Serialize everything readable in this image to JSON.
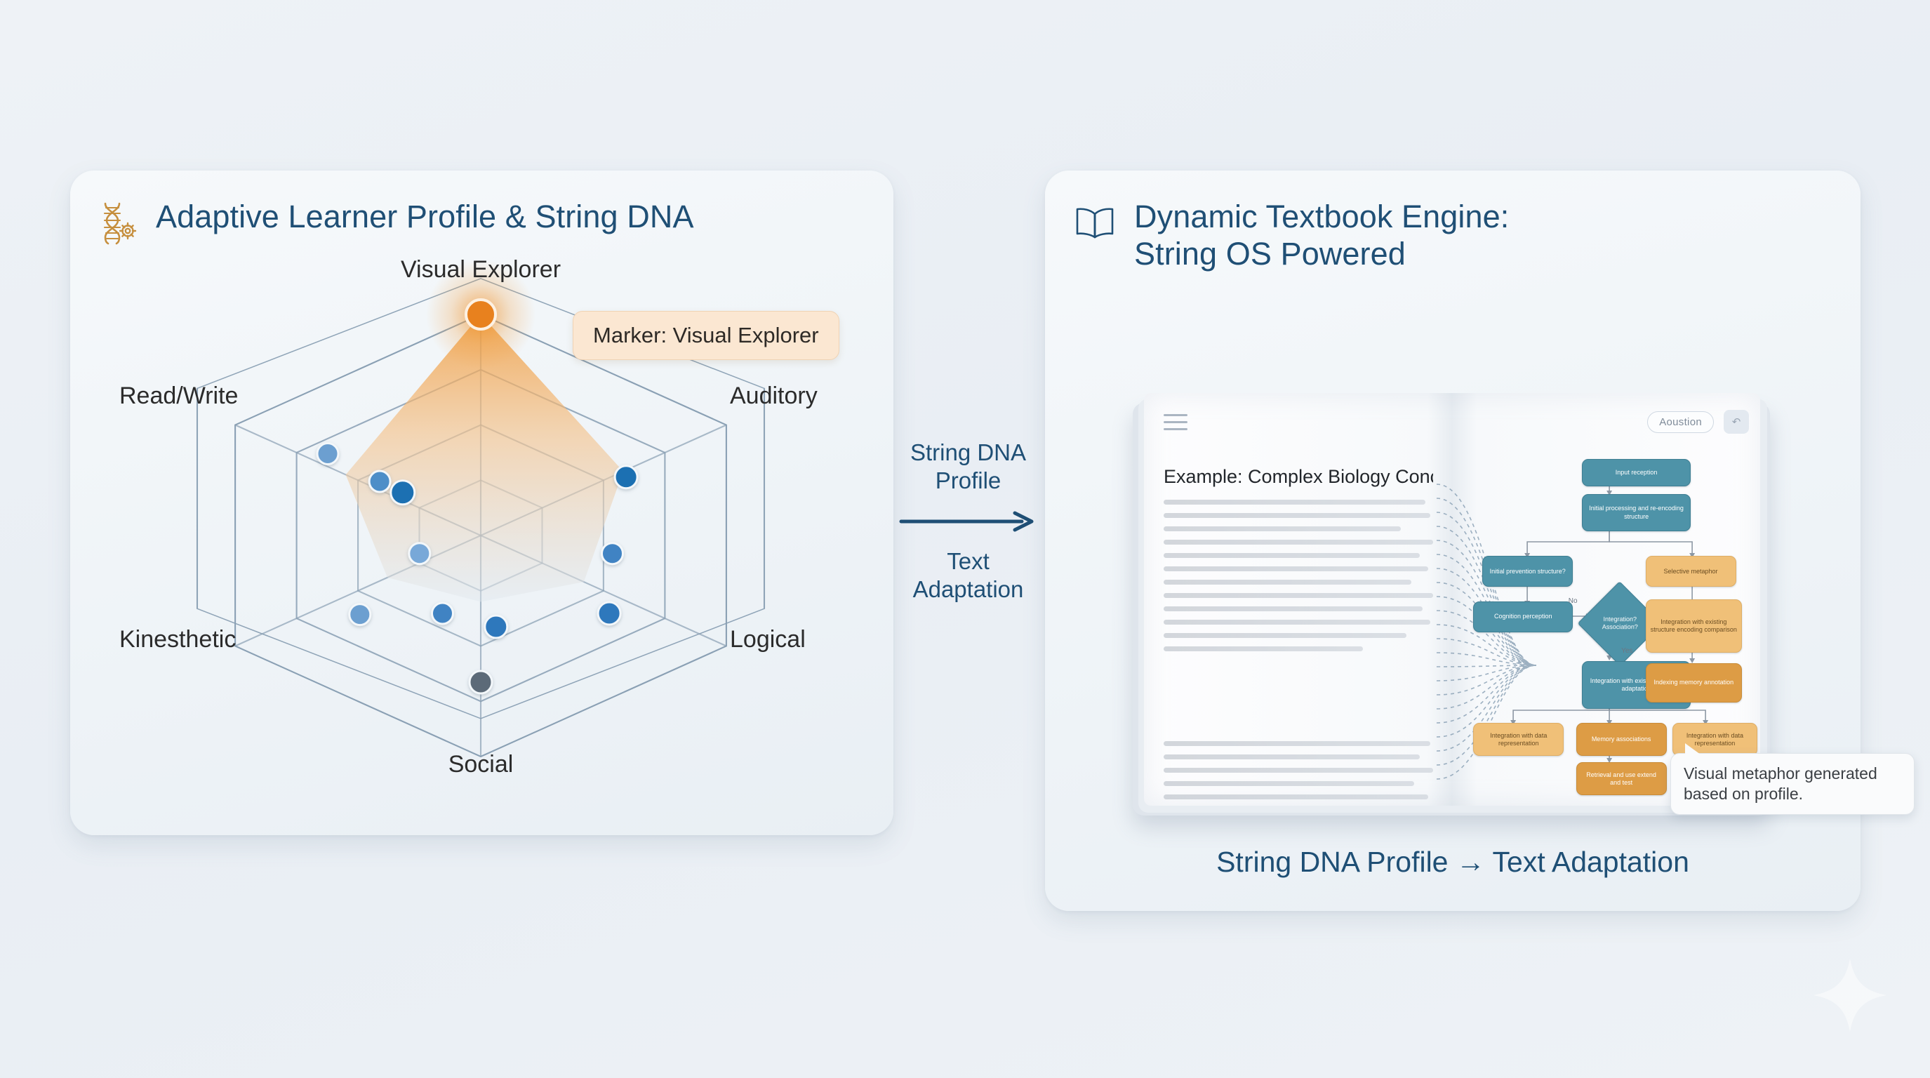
{
  "left_panel": {
    "icon": "dna-gear-icon",
    "title": "Adaptive Learner Profile & String DNA",
    "marker_badge": "Marker: Visual Explorer",
    "accent_color": "#1f4f75",
    "icon_color": "#c68f3e"
  },
  "right_panel": {
    "icon": "open-book-icon",
    "title": "Dynamic Textbook Engine:\nString OS Powered",
    "accent_color": "#1f4f75"
  },
  "center_flow": {
    "top_label": "String DNA\nProfile",
    "arrow": "right-arrow-icon",
    "bottom_label": "Text\nAdaptation"
  },
  "bottom_caption": "String DNA Profile → Text Adaptation",
  "tooltip": {
    "text": "Visual metaphor generated based on profile."
  },
  "book": {
    "menu_icon": "hamburger-icon",
    "page_title": "Example: Complex Biology Concept...",
    "paragraph_1_lines": 12,
    "paragraph_2_lines": 9,
    "toolbar": {
      "button_label": "Aoustion",
      "icon_button": "undo-icon"
    },
    "flowchart": {
      "nodes": [
        {
          "id": "n1",
          "label": "Input reception",
          "style": "teal"
        },
        {
          "id": "n2",
          "label": "Initial processing and re-encoding structure",
          "style": "teal"
        },
        {
          "id": "n3",
          "label": "Initial prevention structure?",
          "style": "teal"
        },
        {
          "id": "n4",
          "label": "Selective metaphor",
          "style": "amber"
        },
        {
          "id": "n5",
          "label": "Cognition perception",
          "style": "teal"
        },
        {
          "id": "n6",
          "label": "Integration? Association?",
          "style": "diamond"
        },
        {
          "id": "n7",
          "label": "Integration with existing structure encoding comparison",
          "style": "amber"
        },
        {
          "id": "n8",
          "label": "Integration with existing structure adaptation",
          "style": "teal"
        },
        {
          "id": "n9",
          "label": "Indexing memory annotation",
          "style": "amber-d"
        },
        {
          "id": "n10",
          "label": "Integration with data representation",
          "style": "amber"
        },
        {
          "id": "n11",
          "label": "Memory associations",
          "style": "amber-d"
        },
        {
          "id": "n12",
          "label": "Integration with data representation",
          "style": "amber"
        },
        {
          "id": "n13",
          "label": "Retrieval and use extend and test",
          "style": "amber-d"
        }
      ],
      "edge_labels": [
        "No",
        "Yes"
      ],
      "colors": {
        "teal": "#4e93a8",
        "amber": "#f0c078",
        "amber_dark": "#dd9c45"
      }
    }
  },
  "chart_data": {
    "type": "radar",
    "title": "Adaptive Learner Profile & String DNA",
    "categories": [
      "Visual Explorer",
      "Auditory",
      "Logical",
      "Social",
      "Kinesthetic",
      "Read/Write"
    ],
    "rings": 4,
    "grid": true,
    "highlight_axis": "Visual Explorer",
    "highlight_color": "#e8811e",
    "fill_color": "#f5c08a",
    "grid_color": "#8aa0b4",
    "series": [
      {
        "name": "String DNA Profile",
        "values": [
          1.0,
          0.58,
          0.42,
          0.3,
          0.38,
          0.55
        ]
      }
    ],
    "scatter_points": [
      {
        "x": 0.3,
        "y": 0.35,
        "color": "#6c9fd0",
        "r": 15
      },
      {
        "x": 0.368,
        "y": 0.4,
        "color": "#4e8ec8",
        "r": 15
      },
      {
        "x": 0.398,
        "y": 0.42,
        "color": "#1f6fb2",
        "r": 17
      },
      {
        "x": 0.42,
        "y": 0.53,
        "color": "#78a8d8",
        "r": 15
      },
      {
        "x": 0.342,
        "y": 0.64,
        "color": "#6c9fd0",
        "r": 15
      },
      {
        "x": 0.45,
        "y": 0.638,
        "color": "#3f83c3",
        "r": 15
      },
      {
        "x": 0.52,
        "y": 0.662,
        "color": "#2e78bc",
        "r": 16
      },
      {
        "x": 0.69,
        "y": 0.392,
        "color": "#1f6fb2",
        "r": 16
      },
      {
        "x": 0.672,
        "y": 0.53,
        "color": "#3f83c3",
        "r": 15
      },
      {
        "x": 0.668,
        "y": 0.638,
        "color": "#2e78bc",
        "r": 16
      },
      {
        "x": 0.5,
        "y": 0.762,
        "color": "#5b6b78",
        "r": 16
      }
    ],
    "marker": {
      "axis": "Visual Explorer",
      "value": 1.0,
      "label": "Marker: Visual Explorer",
      "color": "#e8811e"
    }
  }
}
